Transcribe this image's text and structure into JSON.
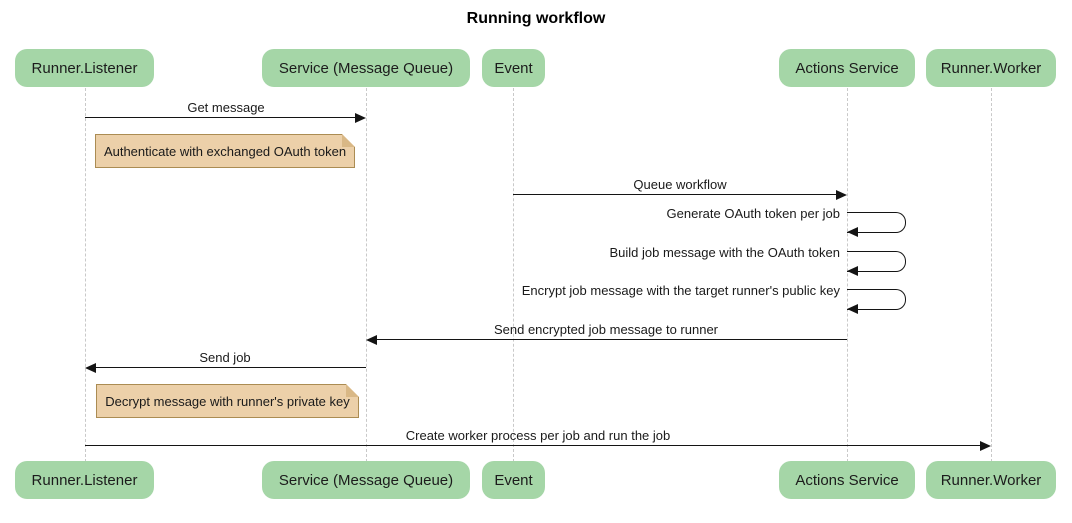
{
  "title": "Running workflow",
  "diagram_type": "sequence",
  "colors": {
    "participant_fill": "#a5d6a7",
    "note_fill": "#ecd0a9",
    "note_border": "#ab8c53",
    "note_fold": "#d9b886",
    "line": "#141414",
    "lifeline": "#c9c9c9",
    "background": "#ffffff",
    "text": "#1a1a1a"
  },
  "participants": [
    {
      "label": "Runner.Listener"
    },
    {
      "label": "Service (Message Queue)"
    },
    {
      "label": "Event"
    },
    {
      "label": "Actions Service"
    },
    {
      "label": "Runner.Worker"
    }
  ],
  "messages": [
    {
      "label": "Get message",
      "from": "Runner.Listener",
      "to": "Service (Message Queue)",
      "kind": "arrow"
    },
    {
      "label": "Queue workflow",
      "from": "Event",
      "to": "Actions Service",
      "kind": "arrow"
    },
    {
      "label": "Generate OAuth token per job",
      "from": "Actions Service",
      "to": "Actions Service",
      "kind": "self"
    },
    {
      "label": "Build job message with the OAuth token",
      "from": "Actions Service",
      "to": "Actions Service",
      "kind": "self"
    },
    {
      "label": "Encrypt job message with the target runner's public key",
      "from": "Actions Service",
      "to": "Actions Service",
      "kind": "self"
    },
    {
      "label": "Send encrypted job message to runner",
      "from": "Actions Service",
      "to": "Service (Message Queue)",
      "kind": "arrow"
    },
    {
      "label": "Send job",
      "from": "Service (Message Queue)",
      "to": "Runner.Listener",
      "kind": "arrow"
    },
    {
      "label": "Create worker process per job and run the job",
      "from": "Runner.Listener",
      "to": "Runner.Worker",
      "kind": "arrow"
    }
  ],
  "notes": [
    {
      "label": "Authenticate with exchanged OAuth token"
    },
    {
      "label": "Decrypt message with runner's private key"
    }
  ]
}
